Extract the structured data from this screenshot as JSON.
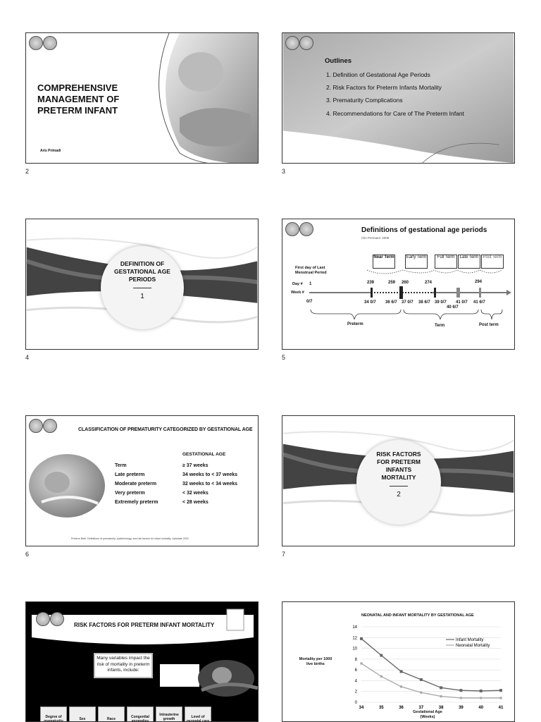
{
  "slides": [
    {
      "page": "2",
      "title": "COMPREHENSIVE MANAGEMENT OF PRETERM INFANT",
      "author": "Aris Primadi"
    },
    {
      "page": "3",
      "heading": "Outlines",
      "items": [
        "1. Definition of Gestational Age Periods",
        "2. Risk Factors for Preterm Infants Mortality",
        "3. Prematurity Complications",
        "4. Recommendations for Care of The Preterm Infant"
      ]
    },
    {
      "page": "4",
      "line1": "DEFINITION OF",
      "line2": "GESTATIONAL AGE",
      "line3": "PERIODS",
      "num": "1"
    },
    {
      "page": "5",
      "title": "Definitions of gestational age periods",
      "source": "Clin Perinatol. 2008",
      "first_day": "First day of Last Menstrual Period",
      "day_label": "Day #",
      "week_label": "Week #",
      "boxes": [
        "Near Term",
        "Early Term",
        "Full Term",
        "Late Term",
        "Post Term"
      ],
      "days": [
        "1",
        "239",
        "259",
        "260",
        "274",
        "294"
      ],
      "weeks": [
        "0/7",
        "34 0/7",
        "36 6/7",
        "37 0/7",
        "38 6/7",
        "39 0/7",
        "41 0/7",
        "41 6/7",
        "40 6/7"
      ],
      "groups": [
        "Preterm",
        "Term",
        "Post term"
      ]
    },
    {
      "page": "6",
      "title": "CLASSIFICATION OF PREMATURITY CATEGORIZED BY GESTATIONAL AGE",
      "col_header": "GESTATIONAL AGE",
      "rows": [
        {
          "label": "Term",
          "value": "≥ 37 weeks"
        },
        {
          "label": "Late preterm",
          "value": "34 weeks to < 37 weeks"
        },
        {
          "label": "Moderate preterm",
          "value": "32 weeks to < 34 weeks"
        },
        {
          "label": "Very preterm",
          "value": "< 32 weeks"
        },
        {
          "label": "Extremely preterm",
          "value": "< 28 weeks"
        }
      ],
      "footnote": "Preterm Birth: Definitions of prematurity, epidemiology, and risk factors for infant mortality. Uptodate 2022"
    },
    {
      "page": "7",
      "line1": "RISK FACTORS",
      "line2": "FOR PRETERM",
      "line3": "INFANTS",
      "line4": "MORTALITY",
      "num": "2"
    },
    {
      "page": "",
      "title": "RISK FACTORS FOR PRETERM INFANT MORTALITY",
      "callout": "Many variables impact the risk of mortality in preterm infants, include:",
      "factors": [
        "Degree of prematurity",
        "Sex",
        "Race",
        "Congenital anomalies",
        "Intrauterine growth restriction",
        "Level of neonatal care"
      ]
    },
    {
      "page": ""
    }
  ],
  "chart_data": {
    "type": "line",
    "title": "NEONATAL AND INFANT MORTALITY BY GESTATIONAL AGE",
    "xlabel": "Gestational Age (Weeks)",
    "ylabel": "Mortality per 1000 live births",
    "x": [
      34,
      35,
      36,
      37,
      38,
      39,
      40,
      41
    ],
    "xlim": [
      34,
      41
    ],
    "ylim": [
      0,
      14
    ],
    "yticks": [
      0,
      2,
      4,
      6,
      8,
      10,
      12,
      14
    ],
    "legend": "top-right",
    "series": [
      {
        "name": "Infant Mortality",
        "values": [
          11.8,
          8.7,
          5.7,
          4.2,
          2.7,
          2.2,
          2.1,
          2.2
        ],
        "color": "#666666"
      },
      {
        "name": "Neonatal Mortality",
        "values": [
          7.2,
          4.8,
          2.9,
          1.8,
          1.1,
          0.8,
          0.8,
          0.8
        ],
        "color": "#aaaaaa"
      }
    ]
  }
}
